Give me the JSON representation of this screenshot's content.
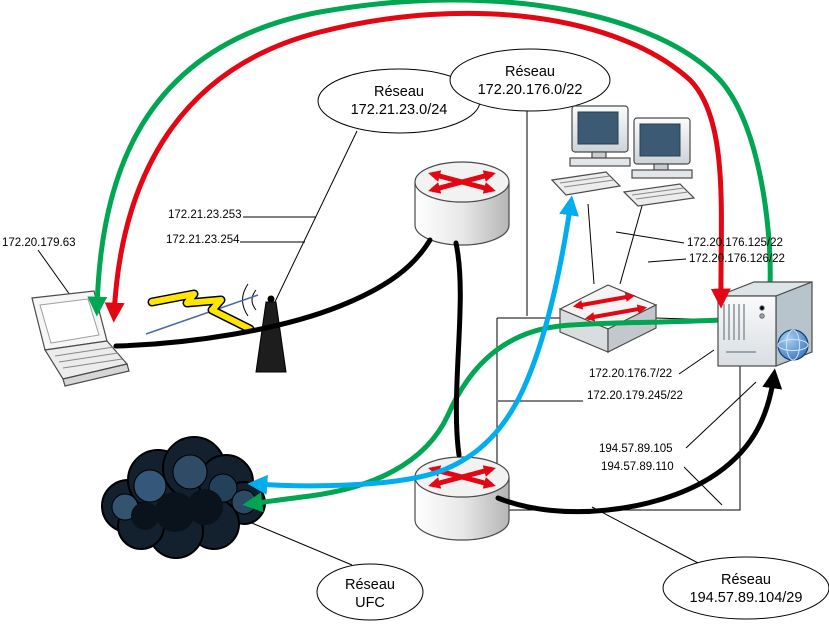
{
  "diagram": {
    "bubbles": {
      "net21": {
        "line1": "Réseau",
        "line2": "172.21.23.0/24"
      },
      "net176": {
        "line1": "Réseau",
        "line2": "172.20.176.0/22"
      },
      "netufc": {
        "line1": "Réseau",
        "line2": "UFC"
      },
      "net194": {
        "line1": "Réseau",
        "line2": "194.57.89.104/29"
      }
    },
    "ips": {
      "laptop": "172.20.179.63",
      "r1_253": "172.21.23.253",
      "r1_254": "172.21.23.254",
      "pc1": "172.20.176.125/22",
      "pc2": "172.20.176.126/22",
      "server176": "172.20.176.7/22",
      "r2_179": "172.20.179.245/22",
      "server194": "194.57.89.105",
      "r2_194": "194.57.89.110"
    },
    "colors": {
      "red": "#e30613",
      "green": "#00a651",
      "blue": "#00aeef",
      "black": "#000000",
      "lightning": "#ffe600"
    }
  }
}
